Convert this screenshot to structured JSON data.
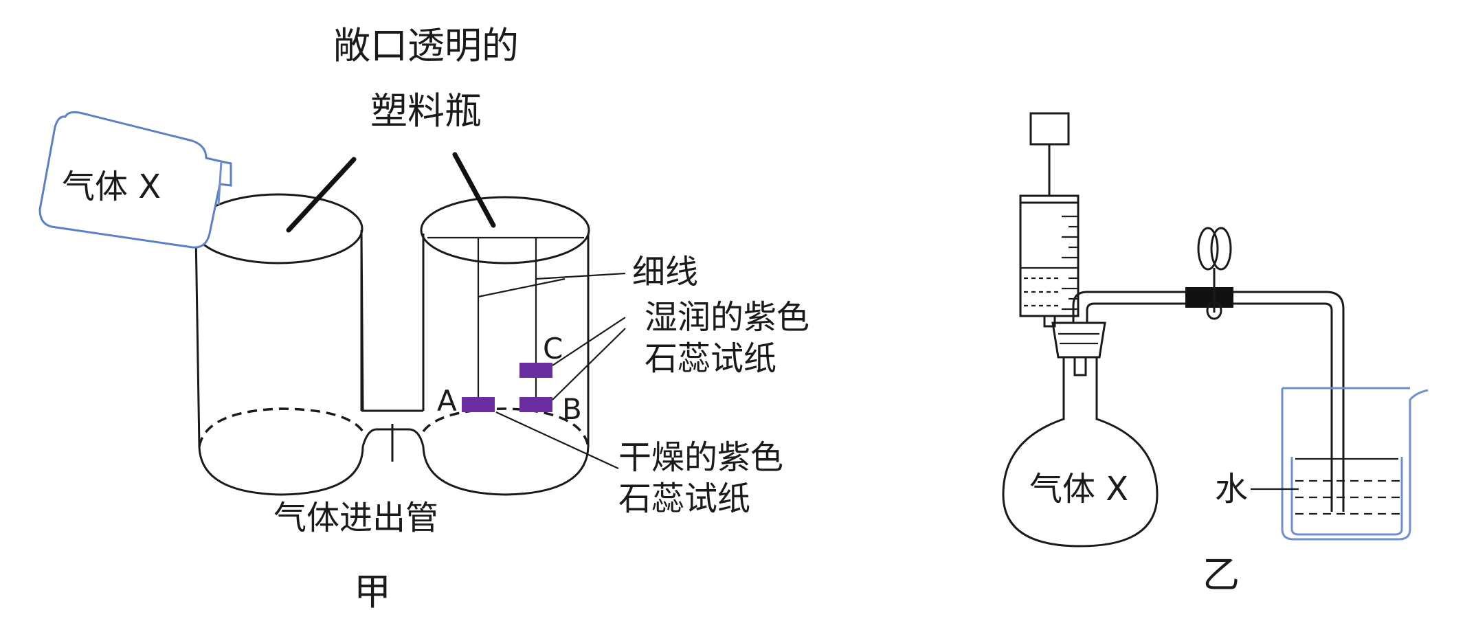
{
  "figure_jia": {
    "caption": "甲",
    "bottle_label_line1": "敞口透明的",
    "bottle_label_line2": "塑料瓶",
    "pouring_bottle_label": "气体 X",
    "thread_label": "细线",
    "wet_paper_label_line1": "湿润的紫色",
    "wet_paper_label_line2": "石蕊试纸",
    "dry_paper_label_line1": "干燥的紫色",
    "dry_paper_label_line2": "石蕊试纸",
    "tube_label": "气体进出管",
    "point_a": "A",
    "point_b": "B",
    "point_c": "C"
  },
  "figure_yi": {
    "caption": "乙",
    "flask_label": "气体 X",
    "water_label": "水"
  },
  "colors": {
    "line": "#1a1a1a",
    "glass_blue": "#5b7fc6",
    "litmus_purple": "#6a2ea0"
  }
}
